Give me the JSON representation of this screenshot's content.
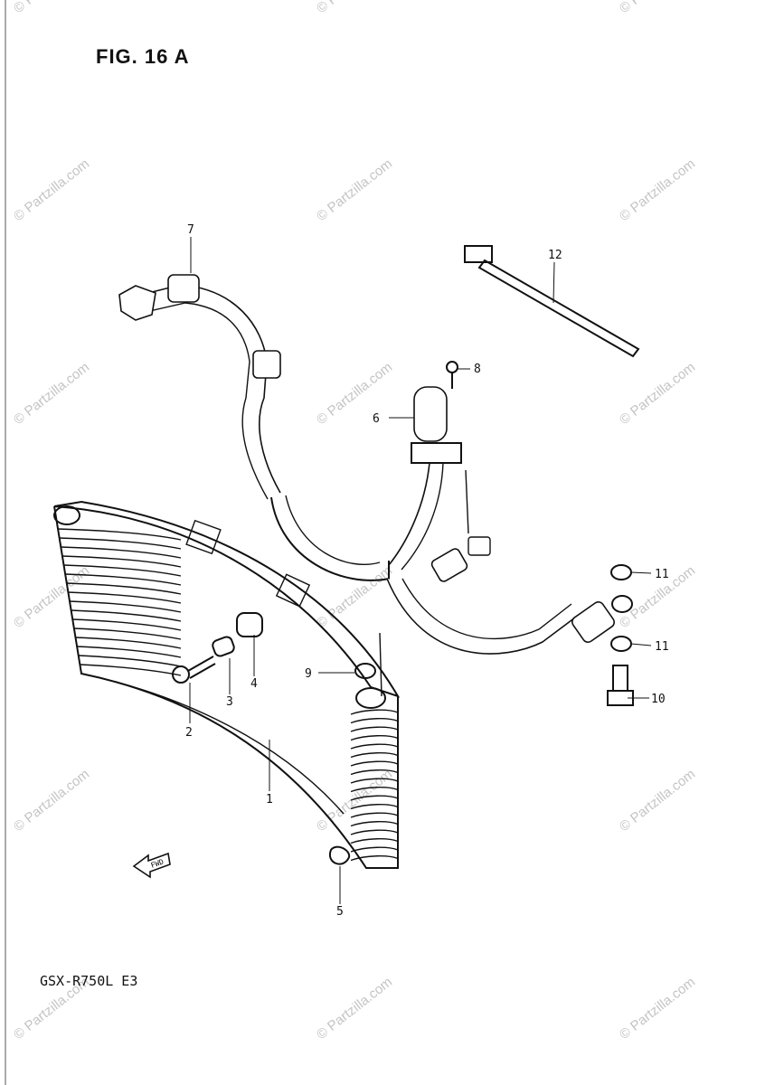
{
  "figure_title": "FIG. 16 A",
  "model_code": "GSX-R750L  E3",
  "watermark_text": "© Partzilla.com",
  "fwd_label": "FWD",
  "callouts": [
    "1",
    "2",
    "3",
    "4",
    "5",
    "6",
    "7",
    "8",
    "9",
    "10",
    "11",
    "11",
    "12"
  ],
  "colors": {
    "ink": "#111111",
    "watermark": "#c4c4c4",
    "paper": "#ffffff"
  }
}
